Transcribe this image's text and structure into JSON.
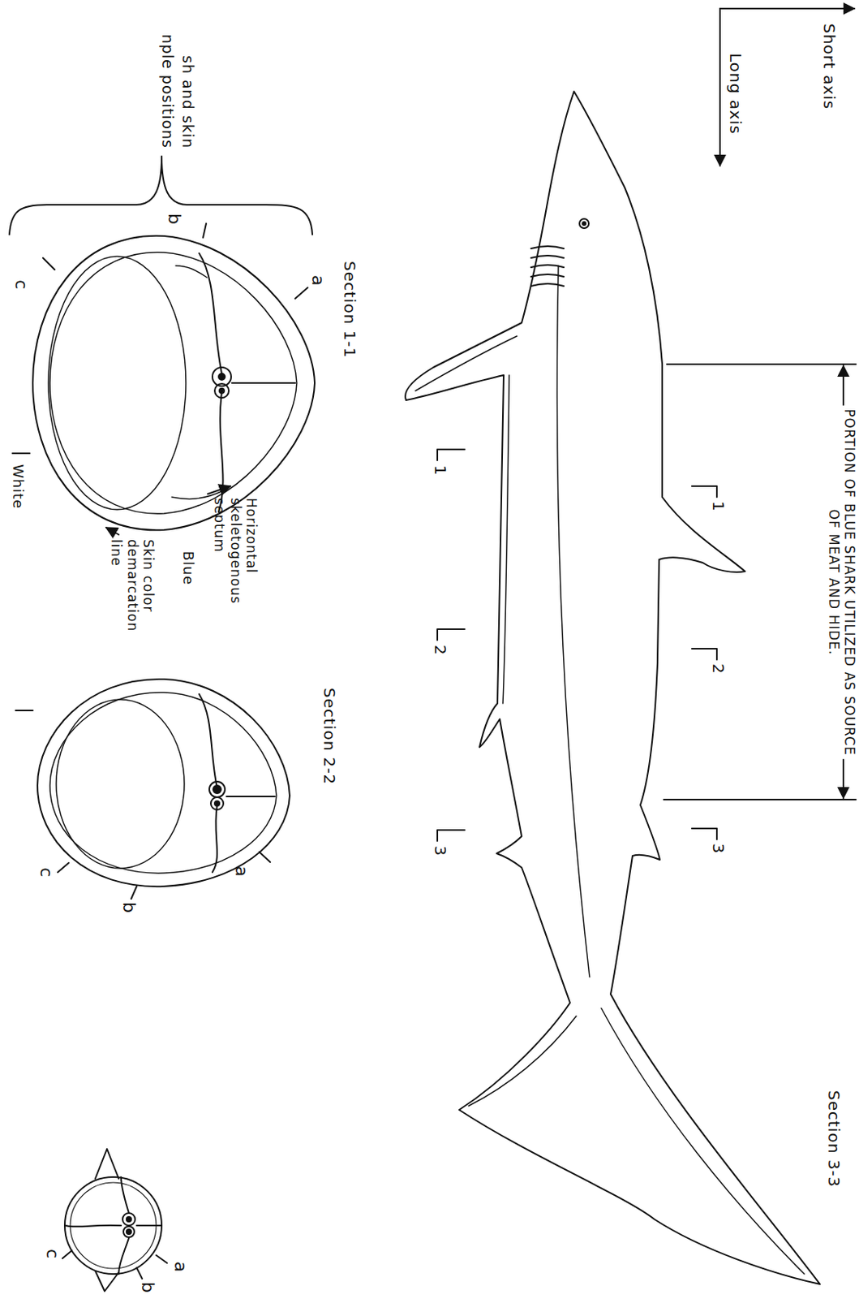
{
  "diagram": {
    "labels": [
      "PORTION OF BLUE SHARK UTILIZED AS SOURCE OF MEAT AND HIDE.",
      "Short axis",
      "Long axis",
      "1",
      "1",
      "2",
      "2",
      "3",
      "3",
      "Section 1-1",
      "a",
      "b",
      "c",
      "Horizontal skeletogenous septum",
      "Blue",
      "Skin color demarcation line",
      "White",
      "sh and skin",
      "nple positions",
      "Section 2-2",
      "a",
      "b",
      "c",
      "Section 3-3",
      "a",
      "b",
      "c"
    ]
  }
}
